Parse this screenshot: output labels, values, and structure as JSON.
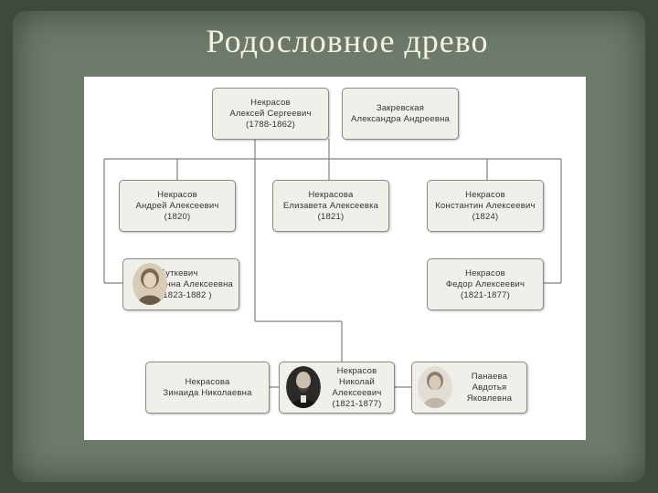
{
  "title": "Родословное древо",
  "people": {
    "aleksey": {
      "surname": "Некрасов",
      "name": "Алексей Сергеевич",
      "years": "(1788-1862)"
    },
    "aleksandra": {
      "surname": "Закревская",
      "name": "Александра Андреевна"
    },
    "andrey": {
      "surname": "Некрасов",
      "name": "Андрей Алексеевич",
      "years": "(1820)"
    },
    "elizaveta": {
      "surname": "Некрасова",
      "name": "Елизавета Алексеевка",
      "years": "(1821)"
    },
    "konstantin": {
      "surname": "Некрасов",
      "name": "Константин Алексеевич",
      "years": "(1824)"
    },
    "anna": {
      "surname": "Буткевич",
      "name": "Анна Алексеевна",
      "years": "(1823-1882 )"
    },
    "fedor": {
      "surname": "Некрасов",
      "name": "Федор Алексеевич",
      "years": "(1821-1877)"
    },
    "zinaida": {
      "surname": "Некрасова",
      "name": "Зинаида Николаевна"
    },
    "nikolay": {
      "surname": "Некрасов",
      "name": "Николай",
      "patronymic": "Алексеевич",
      "years": "(1821-1877)"
    },
    "avdotya": {
      "surname": "Панаева",
      "name": "Авдотья",
      "patronymic": "Яковлевна"
    }
  },
  "colors": {
    "background": "#3f4a3e",
    "slide": "#6e7a6c",
    "title": "#f2f2df",
    "box_fill": "#f1efe9",
    "box_border": "#8d8a84",
    "line": "#808080"
  }
}
